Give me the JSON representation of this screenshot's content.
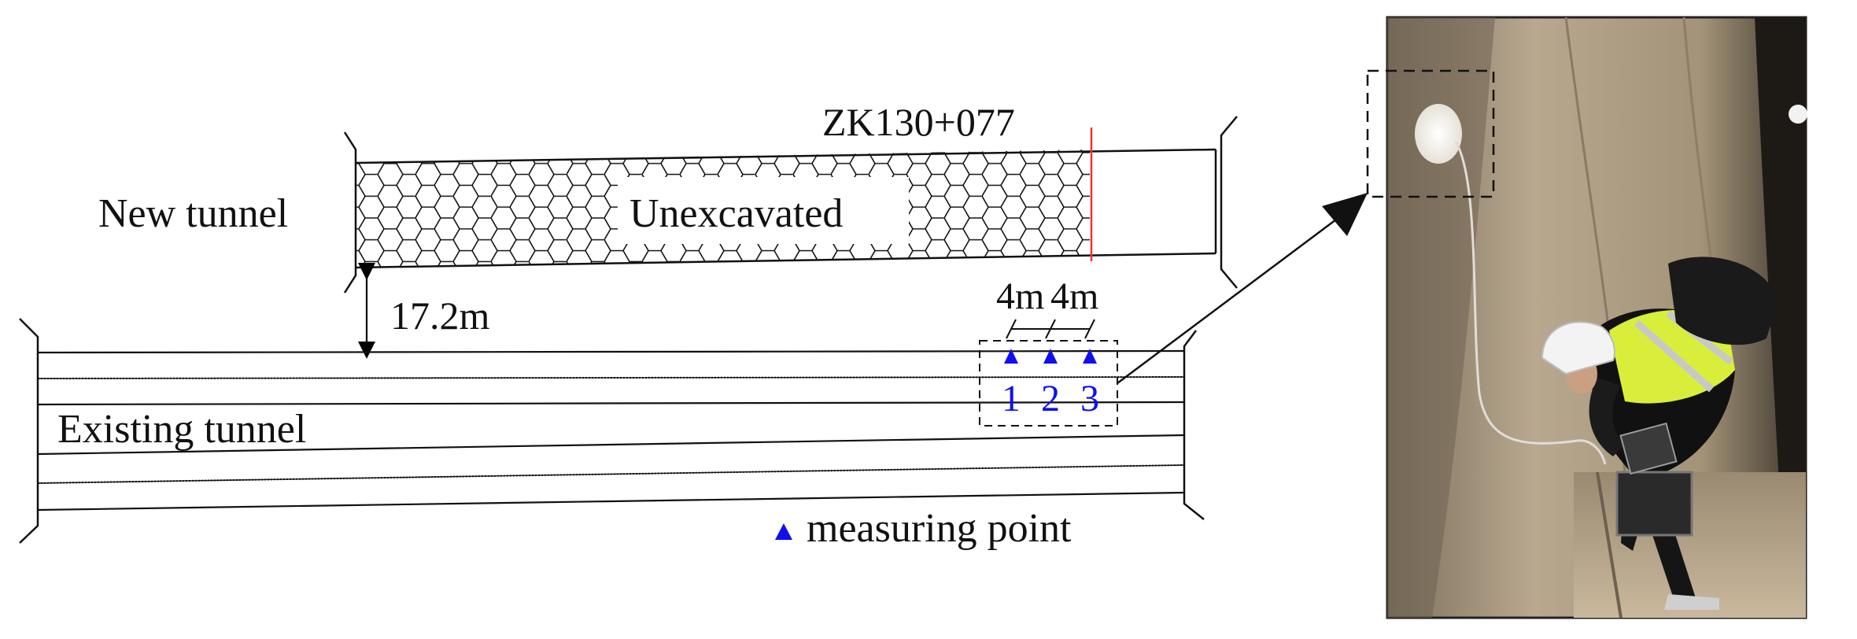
{
  "new_tunnel": {
    "label": "New tunnel",
    "section_label": "Unexcavated",
    "face_chainage": "ZK130+077"
  },
  "existing_tunnel": {
    "label": "Existing tunnel"
  },
  "clearance": {
    "value": "17.2m"
  },
  "spacing": {
    "first": "4m",
    "second": "4m"
  },
  "measuring_points": [
    {
      "number": "1"
    },
    {
      "number": "2"
    },
    {
      "number": "3"
    }
  ],
  "legend": {
    "label": "measuring point"
  },
  "colors": {
    "line": "#1a1a1a",
    "marker": "#1010ee",
    "face_line": "#ee3333",
    "wall_base": "#a0907a"
  },
  "photo": {
    "content": "site photo: worker wearing a white helmet and hi-vis vest reading a data logger next to a sensor fixed on the existing tunnel lining",
    "icons": [
      "helmet-icon",
      "backpack-icon",
      "data-logger-icon",
      "sensor-icon"
    ]
  }
}
